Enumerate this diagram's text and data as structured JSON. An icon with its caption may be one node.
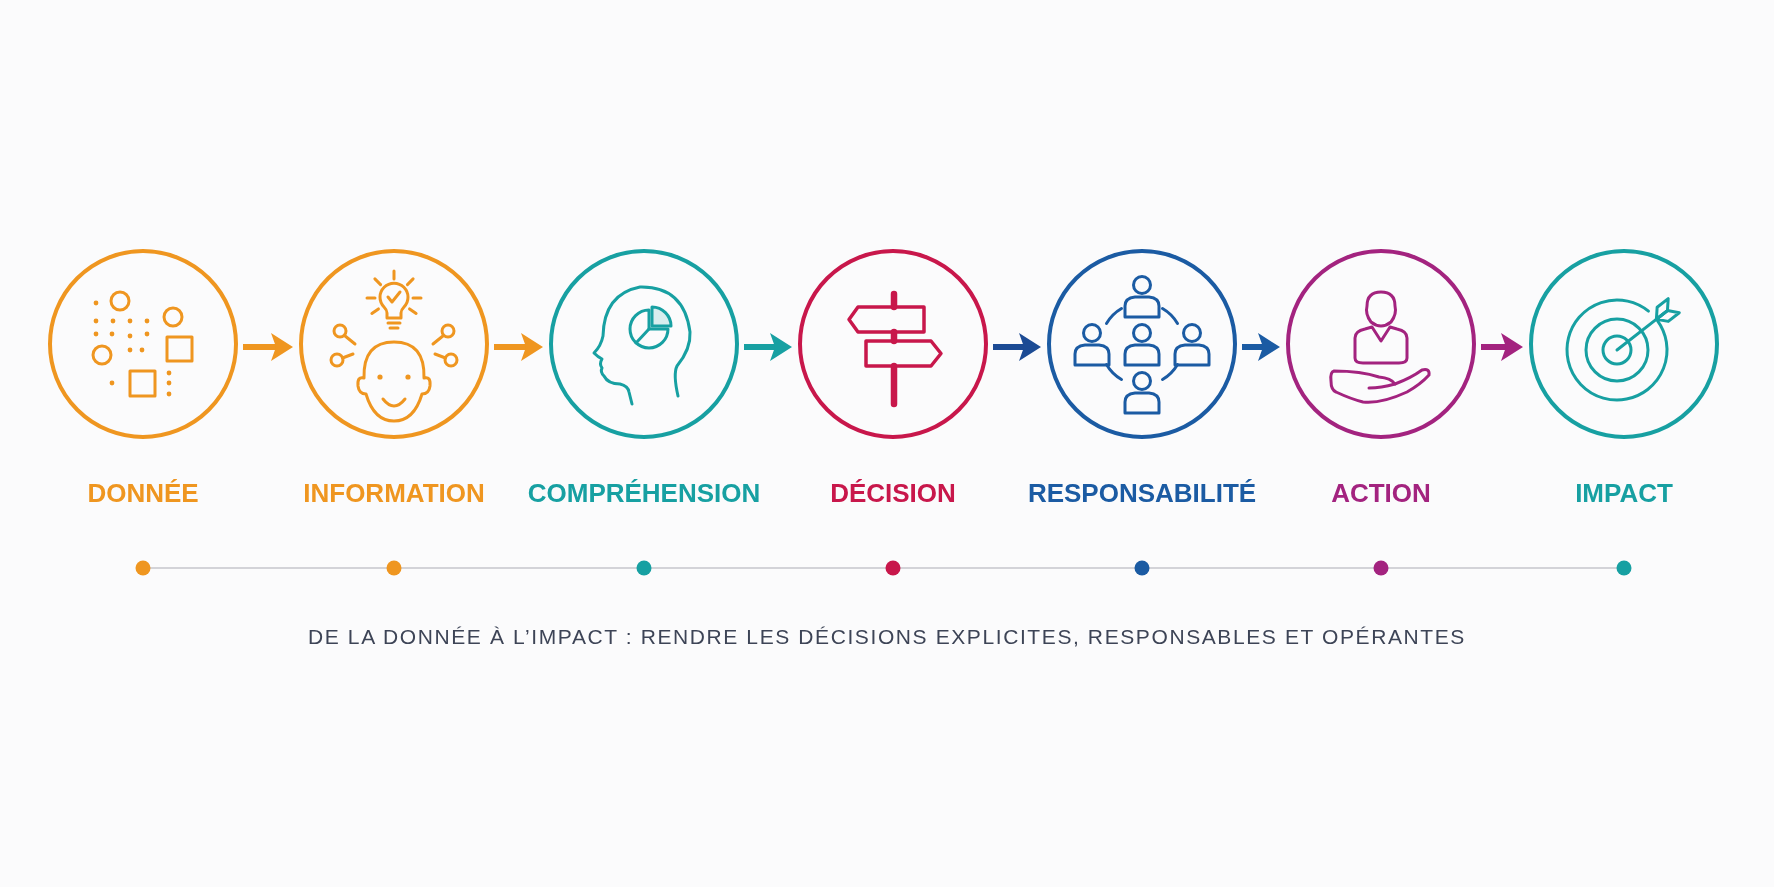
{
  "diagram": {
    "caption": "DE LA DONNÉE À L’IMPACT : RENDRE LES DÉCISIONS EXPLICITES, RESPONSABLES ET OPÉRANTES",
    "nodes": [
      {
        "text": [
          "DONNÉE"
        ]
      },
      {
        "text": [
          "INFORMATION"
        ]
      },
      {
        "text": [
          "COMPRÉHENSION"
        ]
      },
      {
        "text": [
          "DÉCISION"
        ]
      },
      {
        "text": [
          "RESPONSABILITÉ"
        ]
      },
      {
        "text": [
          "ACTION"
        ]
      },
      {
        "text": [
          "IMPACT"
        ]
      }
    ],
    "edges": [
      {
        "from": 0,
        "to": 1,
        "arrow": "to"
      },
      {
        "from": 1,
        "to": 2,
        "arrow": "to"
      },
      {
        "from": 2,
        "to": 3,
        "arrow": "to",
        "color": "#17a0a2"
      },
      {
        "from": 3,
        "to": 4,
        "arrow": "to",
        "color": "#1c4b94"
      },
      {
        "from": 4,
        "to": 5,
        "arrow": "to",
        "color": "#1b5ba3"
      },
      {
        "from": 5,
        "to": 6,
        "arrow": "to",
        "color": "#a3237f"
      }
    ]
  }
}
